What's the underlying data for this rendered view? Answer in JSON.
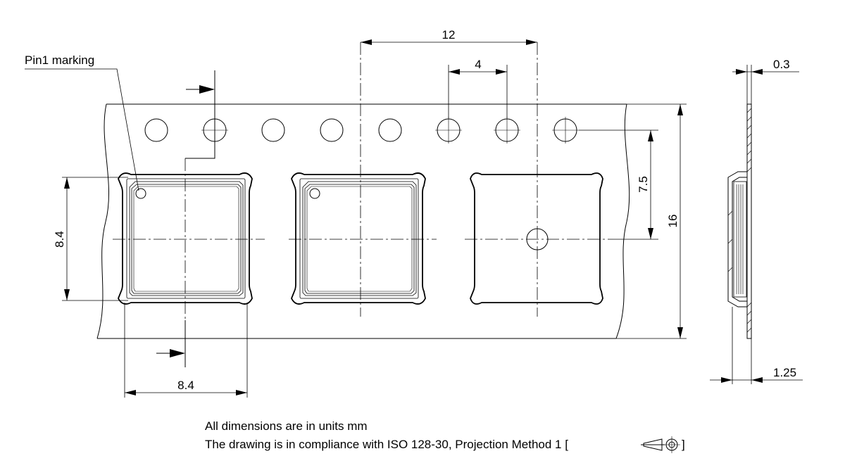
{
  "annotations": {
    "pin1_marking": "Pin1 marking"
  },
  "dimensions": {
    "pitch": "12",
    "sprocket_pitch": "4",
    "pocket_width": "8.4",
    "pocket_height": "8.4",
    "hole_to_center": "7.5",
    "tape_width": "16",
    "tape_thickness": "0.3",
    "pocket_depth": "1.25"
  },
  "notes": {
    "units": "All dimensions are in units mm",
    "compliance_prefix": "The drawing is in compliance with ISO 128-30, Projection Method 1 [",
    "compliance_suffix": "]"
  },
  "icons": {
    "projection_symbol": "first-angle-projection-icon"
  }
}
